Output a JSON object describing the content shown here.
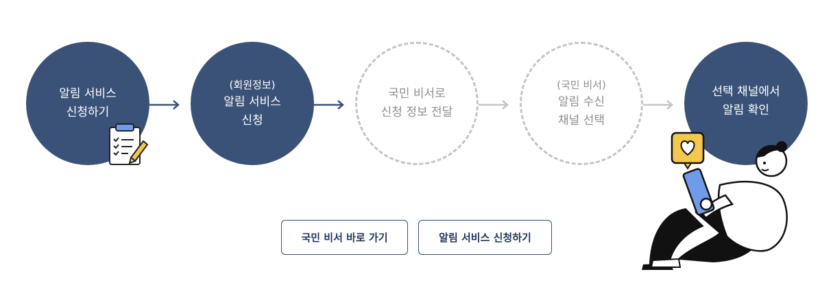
{
  "steps": [
    {
      "lines": [
        "알림 서비스",
        "신청하기"
      ],
      "state": "active"
    },
    {
      "top": "(회원정보)",
      "lines": [
        "알림 서비스",
        "신청"
      ],
      "state": "active"
    },
    {
      "lines": [
        "국민 비서로",
        "신청 정보 전달"
      ],
      "state": "pending"
    },
    {
      "top": "(국민 비서)",
      "lines": [
        "알림 수신",
        "채널 선택"
      ],
      "state": "pending"
    },
    {
      "lines": [
        "선택 채널에서",
        "알림 확인"
      ],
      "state": "active"
    }
  ],
  "buttons": {
    "go_assistant": "국민 비서 바로 가기",
    "apply_service": "알림 서비스 신청하기"
  },
  "colors": {
    "active": "#3b5278",
    "pending_border": "#c4c4c4",
    "pending_text": "#8e8e8e",
    "button_text": "#1f3559"
  },
  "icons": [
    "clipboard-icon",
    "pencil-icon",
    "heart-icon",
    "smartphone-icon",
    "person-illustration"
  ]
}
